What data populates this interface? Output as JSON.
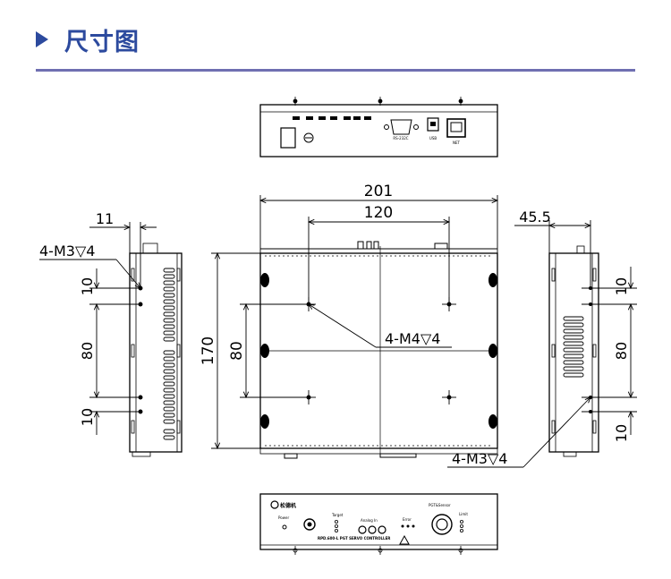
{
  "header": {
    "title": "尺寸图",
    "accent_color": "#2c4a9e",
    "rule_color": "#6f6fb1"
  },
  "diagram": {
    "dimensions": {
      "width_overall": "201",
      "hole_spacing_x": "120",
      "depth_overall": "170",
      "hole_spacing_y": "80",
      "side_offset": "11",
      "side_offset_right": "45.5",
      "edge_top": "10",
      "side_spacing": "80",
      "edge_bottom": "10"
    },
    "callouts": {
      "top_holes": "4-M4▽4",
      "left_side_holes": "4-M3▽4",
      "right_side_holes": "4-M3▽4"
    },
    "rear_panel": {
      "port_labels": [
        "RS-232C",
        "USB",
        "NET"
      ]
    },
    "front_panel": {
      "brand": "松德机",
      "power_label": "Power",
      "target_label": "Target",
      "analog_label": "Analog In",
      "error_label": "Error",
      "pgt_label": "PGT&Sensor",
      "limit_label": "Limit",
      "model_label": "RPD.600-L PGT SERVO CONTROLLER"
    }
  }
}
